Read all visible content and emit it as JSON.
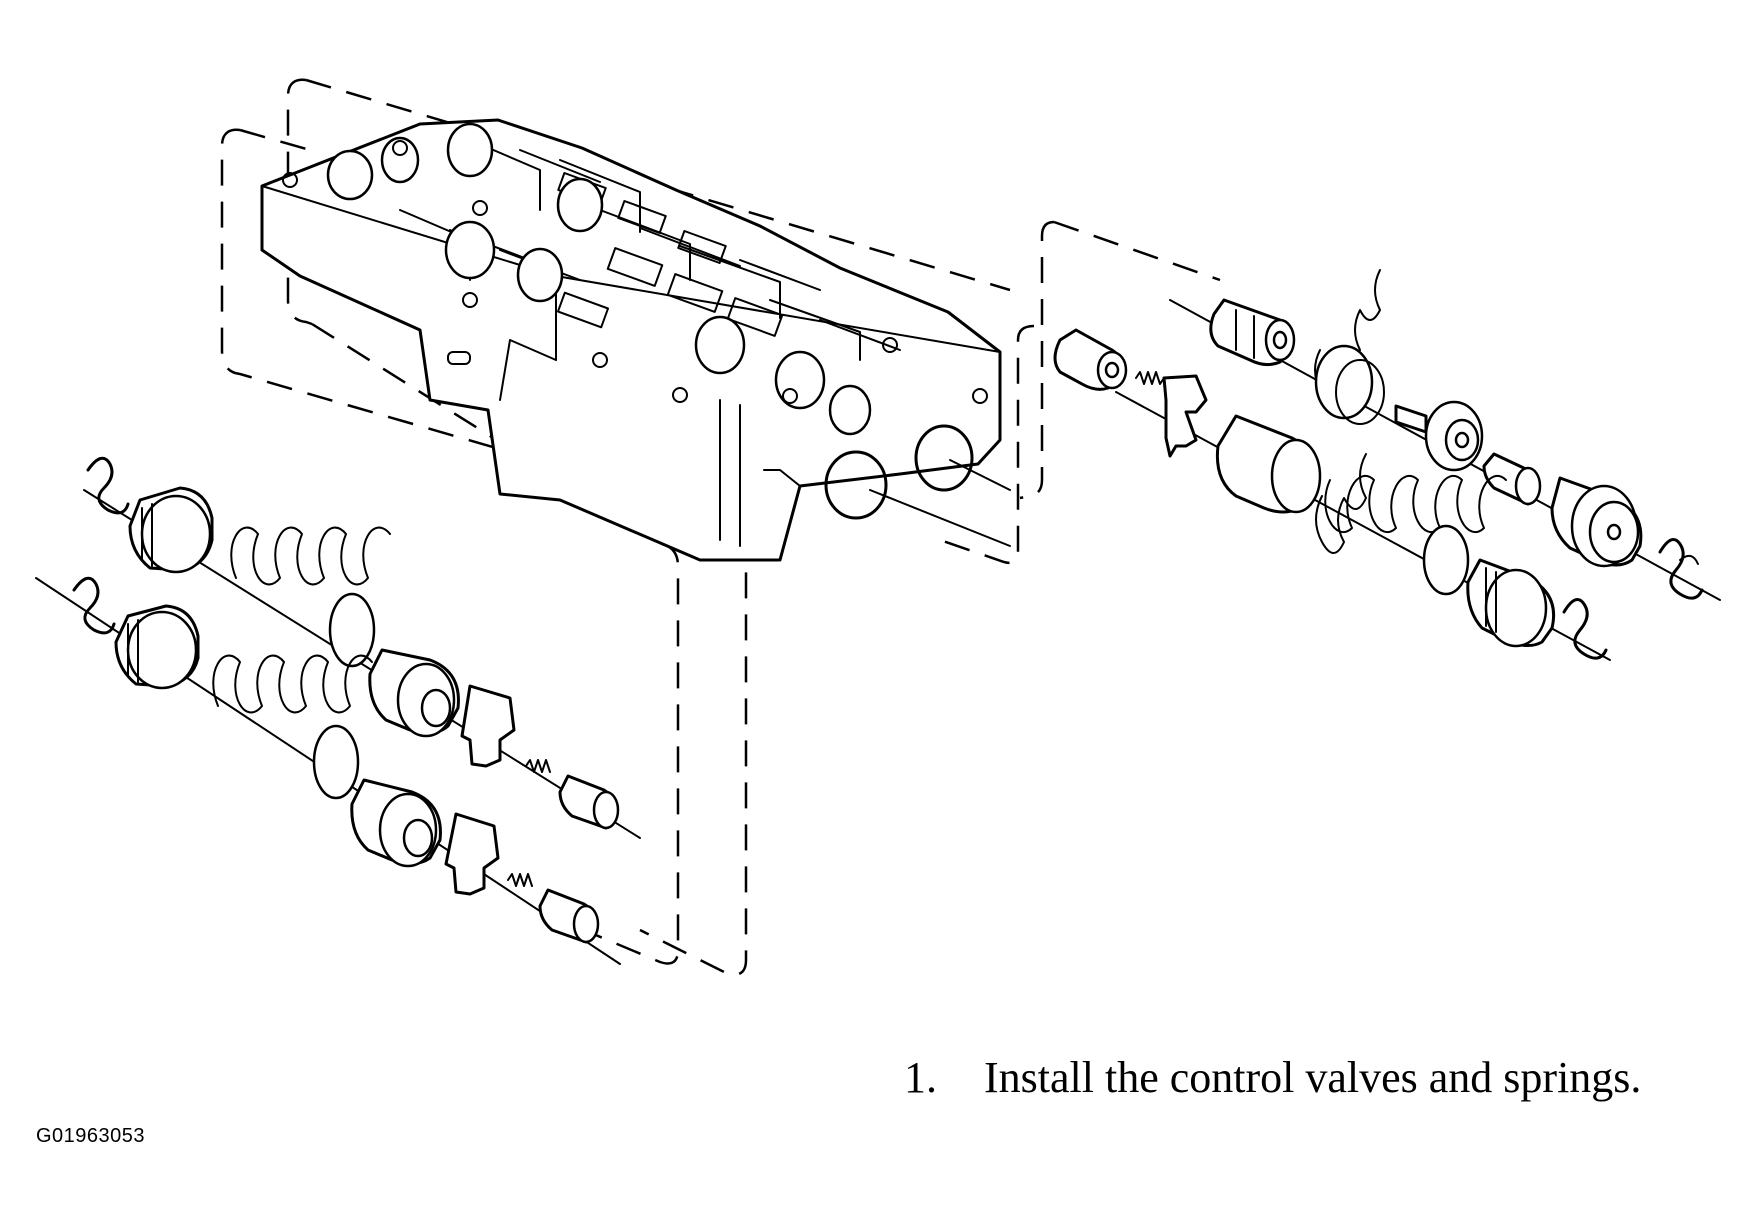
{
  "instruction": {
    "step_number": "1.",
    "text": "Install the control valves and springs."
  },
  "figure_id": "G01963053"
}
